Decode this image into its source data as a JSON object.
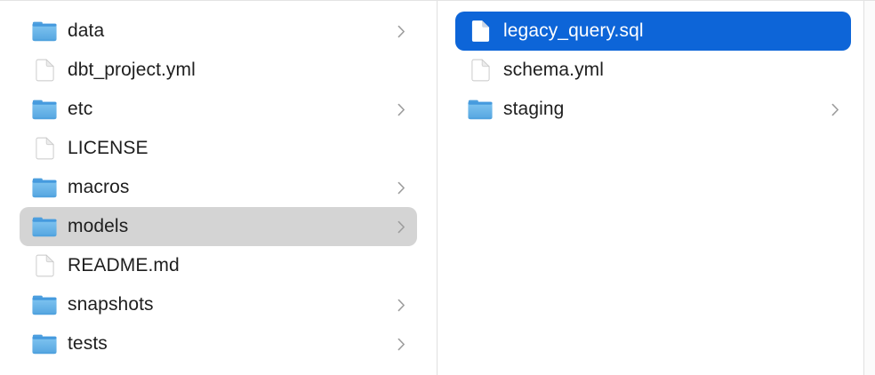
{
  "finder": {
    "view": "column-view",
    "columns": [
      {
        "name": "project-root",
        "items": [
          {
            "label": "data",
            "type": "folder",
            "chevron": true,
            "selected": false
          },
          {
            "label": "dbt_project.yml",
            "type": "file",
            "chevron": false,
            "selected": false
          },
          {
            "label": "etc",
            "type": "folder",
            "chevron": true,
            "selected": false
          },
          {
            "label": "LICENSE",
            "type": "file",
            "chevron": false,
            "selected": false
          },
          {
            "label": "macros",
            "type": "folder",
            "chevron": true,
            "selected": false
          },
          {
            "label": "models",
            "type": "folder",
            "chevron": true,
            "selected": true,
            "selection_style": "inactive-gray"
          },
          {
            "label": "README.md",
            "type": "file",
            "chevron": false,
            "selected": false
          },
          {
            "label": "snapshots",
            "type": "folder",
            "chevron": true,
            "selected": false
          },
          {
            "label": "tests",
            "type": "folder",
            "chevron": true,
            "selected": false
          }
        ]
      },
      {
        "name": "models-contents",
        "items": [
          {
            "label": "legacy_query.sql",
            "type": "file",
            "chevron": false,
            "selected": true,
            "selection_style": "active-blue"
          },
          {
            "label": "schema.yml",
            "type": "file",
            "chevron": false,
            "selected": false
          },
          {
            "label": "staging",
            "type": "folder",
            "chevron": true,
            "selected": false
          }
        ]
      }
    ],
    "colors": {
      "selection_active": "#0d65d8",
      "selection_inactive": "#d4d4d4",
      "column_divider": "#e0e0e0",
      "text": "#1e1e1e",
      "text_selected": "#ffffff",
      "chevron": "#9d9d9d",
      "folder_icon": "#5fb0e8",
      "background": "#ffffff"
    }
  }
}
